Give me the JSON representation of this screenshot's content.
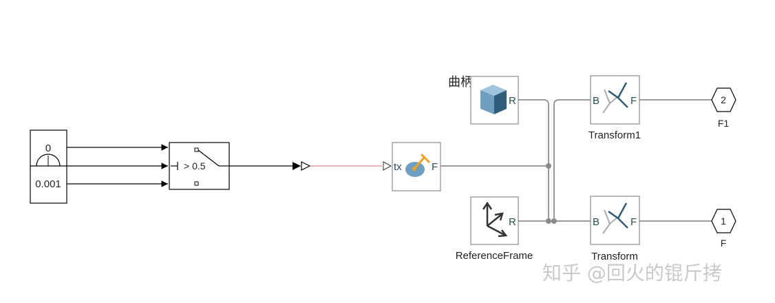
{
  "annotation": {
    "text": "曲柄",
    "color": "#e03020"
  },
  "blocks": {
    "const_top": {
      "value": "0"
    },
    "const_bottom": {
      "value": "0.001"
    },
    "switch": {
      "threshold_label": "> 0.5"
    },
    "crank_solid": {
      "port_r": "R"
    },
    "joint": {
      "port_tx": "tx",
      "port_f": "F"
    },
    "reference_frame": {
      "name": "ReferenceFrame",
      "port_r": "R"
    },
    "transform1": {
      "name": "Transform1",
      "port_b": "B",
      "port_f": "F"
    },
    "transform": {
      "name": "Transform",
      "port_b": "B",
      "port_f": "F"
    },
    "outport_f1": {
      "number": "2",
      "name": "F1"
    },
    "outport_f": {
      "number": "1",
      "name": "F"
    }
  },
  "watermark": {
    "text": "知乎 @回火的锟斤拷"
  },
  "colors": {
    "signal": "#000000",
    "physical": "#999999",
    "connection_link": "#d86a6a",
    "block_border": "#8a8a8a",
    "port_text": "#2a4d5a"
  }
}
